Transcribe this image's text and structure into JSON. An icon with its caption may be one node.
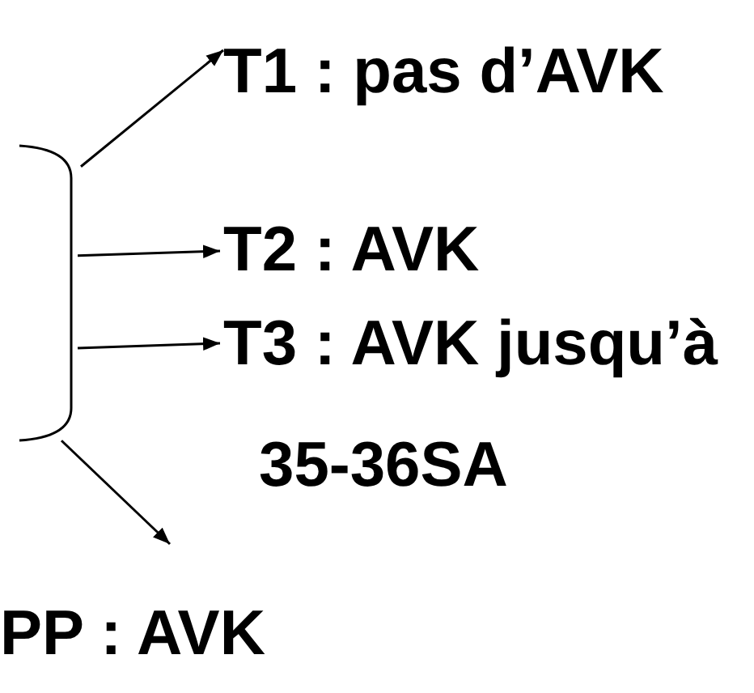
{
  "diagram": {
    "nodes": [
      {
        "text": [],
        "shape": "bracket"
      },
      {
        "text": [
          "T1 : pas d’AVK"
        ]
      },
      {
        "text": [
          "T2 : AVK"
        ]
      },
      {
        "text": [
          "T3 : AVK jusqu’à 35-36SA"
        ]
      },
      {
        "text": [
          "PP : AVK"
        ]
      }
    ],
    "edges": [
      {
        "from": 0,
        "to": 1,
        "arrow": "to"
      },
      {
        "from": 0,
        "to": 2,
        "arrow": "to"
      },
      {
        "from": 0,
        "to": 3,
        "arrow": "to"
      },
      {
        "from": 0,
        "to": 4,
        "arrow": "to"
      }
    ]
  }
}
